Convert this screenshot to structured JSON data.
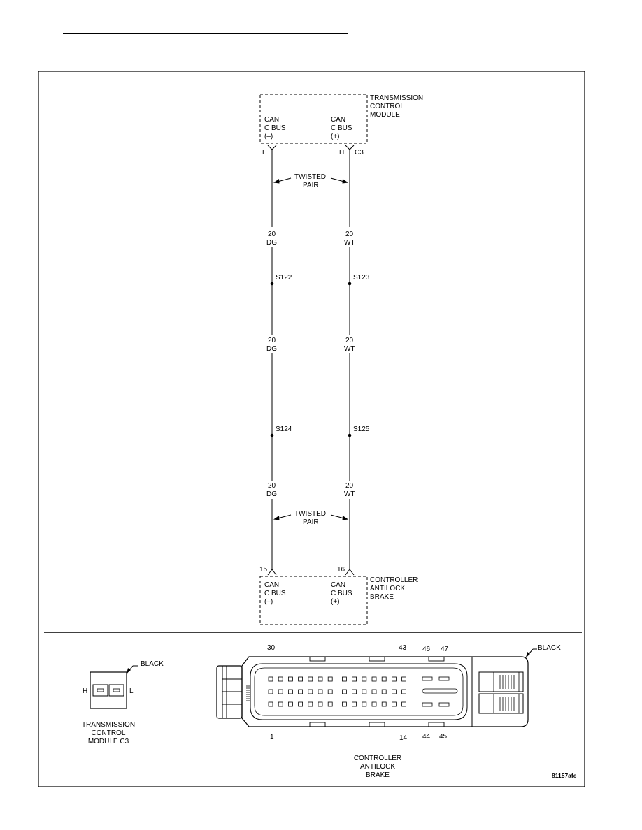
{
  "modules": {
    "tcm": {
      "name_lines": [
        "TRANSMISSION",
        "CONTROL",
        "MODULE"
      ],
      "left_pin_lines": [
        "CAN",
        "C BUS",
        "(–)"
      ],
      "right_pin_lines": [
        "CAN",
        "C BUS",
        "(+)"
      ],
      "pin_left": "L",
      "pin_right": "H",
      "connector": "C3"
    },
    "abs": {
      "name_lines": [
        "CONTROLLER",
        "ANTILOCK",
        "BRAKE"
      ],
      "left_pin_lines": [
        "CAN",
        "C BUS",
        "(–)"
      ],
      "right_pin_lines": [
        "CAN",
        "C BUS",
        "(+)"
      ],
      "pin_left": "15",
      "pin_right": "16"
    }
  },
  "twisted_pair_lines": [
    "TWISTED",
    "PAIR"
  ],
  "wire_labels": {
    "left": [
      [
        "20",
        "DG"
      ],
      [
        "20",
        "DG"
      ],
      [
        "20",
        "DG"
      ]
    ],
    "right": [
      [
        "20",
        "WT"
      ],
      [
        "20",
        "WT"
      ],
      [
        "20",
        "WT"
      ]
    ]
  },
  "splices": {
    "left": [
      "S122",
      "S124"
    ],
    "right": [
      "S123",
      "S125"
    ]
  },
  "connector_views": {
    "tcm": {
      "color": "BLACK",
      "pin_h": "H",
      "pin_l": "L",
      "caption_lines": [
        "TRANSMISSION",
        "CONTROL",
        "MODULE C3"
      ]
    },
    "abs": {
      "color": "BLACK",
      "top_pins": [
        "30",
        "43",
        "46",
        "47"
      ],
      "bottom_pins": [
        "1",
        "14",
        "44",
        "45"
      ],
      "caption_lines": [
        "CONTROLLER",
        "ANTILOCK",
        "BRAKE"
      ]
    }
  },
  "figure_id": "81157afe"
}
